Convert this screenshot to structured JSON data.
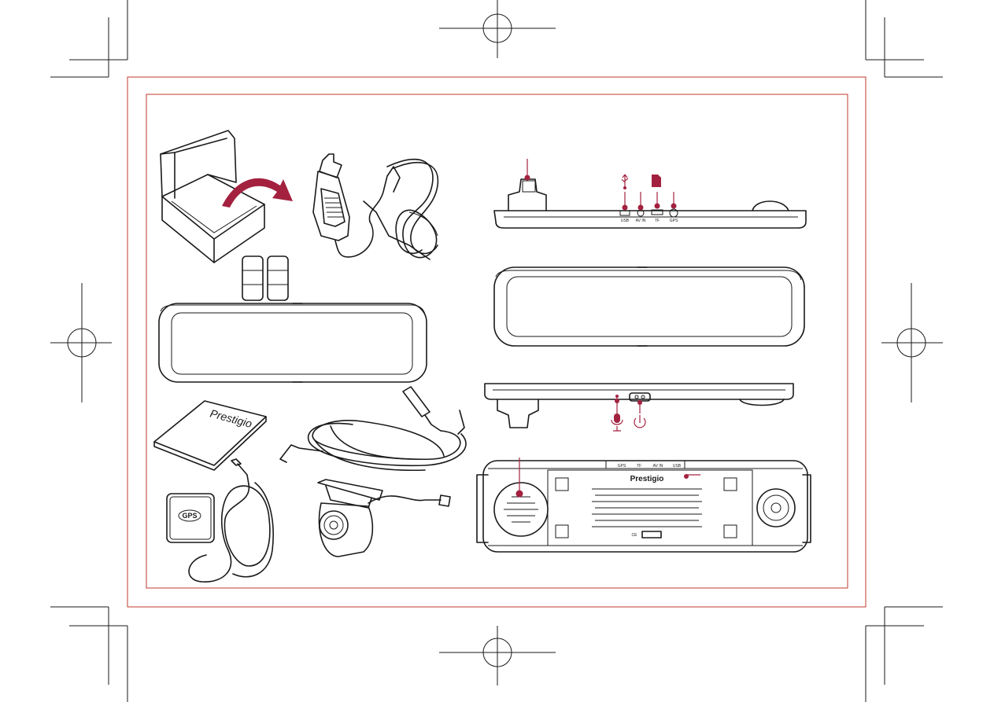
{
  "box_contents": {
    "manual_brand": "Prestigio",
    "gps_module_label": "GPS"
  },
  "device_bottom_view": {
    "port_labels": [
      "USB",
      "AV IN",
      "TF",
      "GPS"
    ]
  },
  "device_back_view": {
    "brand": "Prestigio",
    "top_port_labels": [
      "GPS",
      "TF",
      "AV IN",
      "USB"
    ],
    "certification_marks": "CE"
  },
  "colors": {
    "accent": "#a3213f",
    "frame": "#c0392b",
    "line": "#1a1a1a"
  },
  "icons": {
    "usb": "usb-icon",
    "sd_card": "sd-card-icon",
    "microphone": "microphone-icon",
    "power": "power-icon"
  }
}
